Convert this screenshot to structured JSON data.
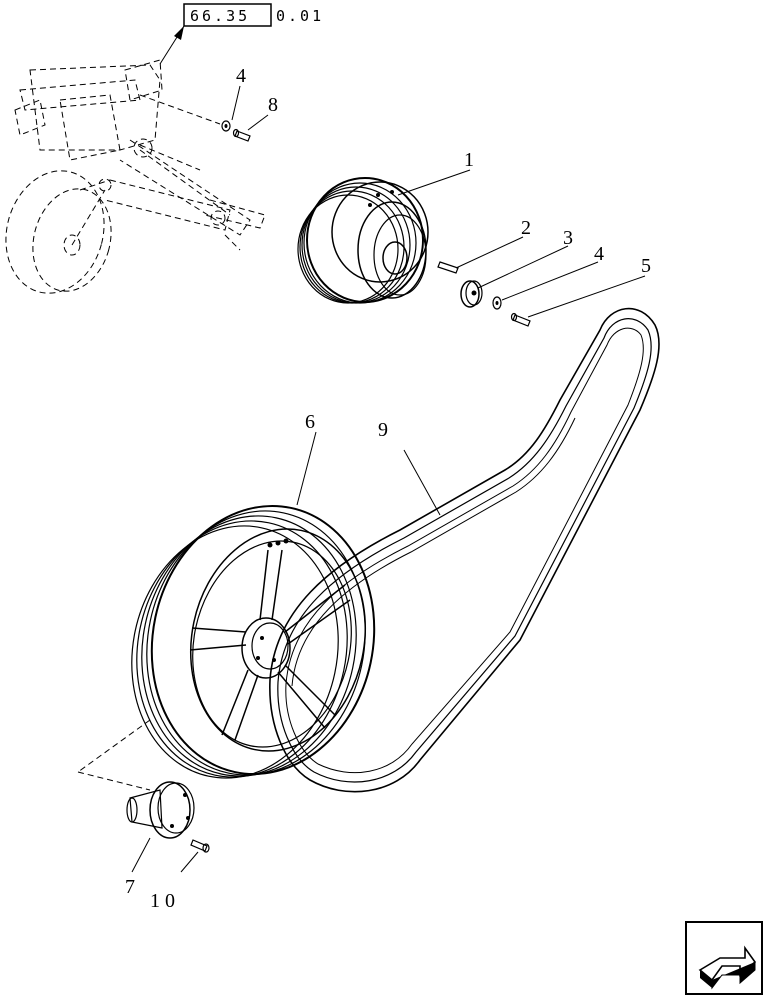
{
  "reference": {
    "boxed": "66.35",
    "suffix": "0.01"
  },
  "callouts": [
    {
      "id": "c1",
      "text": "1"
    },
    {
      "id": "c2",
      "text": "2"
    },
    {
      "id": "c3",
      "text": "3"
    },
    {
      "id": "c4a",
      "text": "4"
    },
    {
      "id": "c4b",
      "text": "4"
    },
    {
      "id": "c5",
      "text": "5"
    },
    {
      "id": "c6",
      "text": "6"
    },
    {
      "id": "c7",
      "text": "7"
    },
    {
      "id": "c8",
      "text": "8"
    },
    {
      "id": "c9",
      "text": "9"
    },
    {
      "id": "c10",
      "text": "1 0"
    }
  ],
  "nav": {
    "icon": "return-arrow-icon"
  },
  "colors": {
    "ink": "#000000",
    "background": "#ffffff"
  }
}
